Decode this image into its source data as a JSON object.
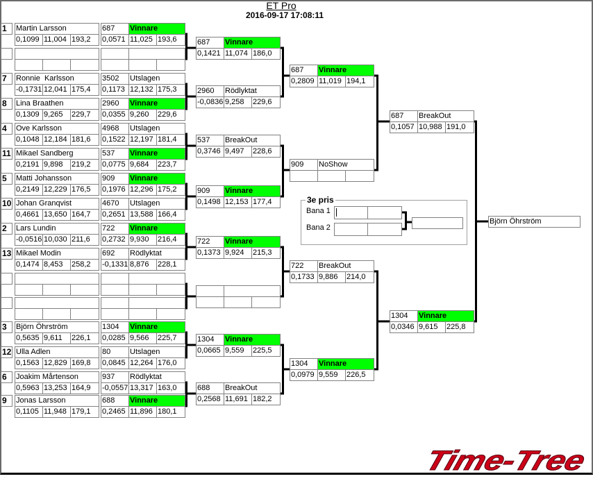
{
  "window": {
    "title": "ET Pro",
    "datetime": "2016-09-17 17:08:11"
  },
  "colors": {
    "winner_fill": "#00ff00",
    "logo": "#cc0018"
  },
  "round1": [
    {
      "seed": "1",
      "name": "Martin Larsson",
      "qualifying": [
        "0,1099",
        "11,004",
        "193,2"
      ],
      "car": "687",
      "status": "Vinnare",
      "race": [
        "0,0571",
        "11,025",
        "193,6"
      ]
    },
    {
      "seed": "",
      "name": "",
      "qualifying": [
        "",
        "",
        ""
      ],
      "car": "",
      "status": "",
      "race": [
        "",
        "",
        ""
      ]
    },
    {
      "seed": "7",
      "name": "Ronnie  Karlsson",
      "qualifying": [
        "-0,1731",
        "12,041",
        "175,4"
      ],
      "car": "3502",
      "status": "Utslagen",
      "race": [
        "0,1173",
        "12,132",
        "175,3"
      ]
    },
    {
      "seed": "8",
      "name": "Lina Braathen",
      "qualifying": [
        "0,1309",
        "9,265",
        "229,7"
      ],
      "car": "2960",
      "status": "Vinnare",
      "race": [
        "0,0355",
        "9,260",
        "229,6"
      ]
    },
    {
      "seed": "4",
      "name": "Ove Karlsson",
      "qualifying": [
        "0,1048",
        "12,184",
        "181,6"
      ],
      "car": "4968",
      "status": "Utslagen",
      "race": [
        "0,1522",
        "12,197",
        "181,4"
      ]
    },
    {
      "seed": "11",
      "name": "Mikael Sandberg",
      "qualifying": [
        "0,2191",
        "9,898",
        "219,2"
      ],
      "car": "537",
      "status": "Vinnare",
      "race": [
        "0,0775",
        "9,684",
        "223,7"
      ]
    },
    {
      "seed": "5",
      "name": "Matti Johansson",
      "qualifying": [
        "0,2149",
        "12,229",
        "176,5"
      ],
      "car": "909",
      "status": "Vinnare",
      "race": [
        "0,1976",
        "12,296",
        "175,2"
      ]
    },
    {
      "seed": "10",
      "name": "Johan Granqvist",
      "qualifying": [
        "0,4661",
        "13,650",
        "164,7"
      ],
      "car": "4670",
      "status": "Utslagen",
      "race": [
        "0,2651",
        "13,588",
        "166,4"
      ]
    },
    {
      "seed": "2",
      "name": "Lars Lundin",
      "qualifying": [
        "-0,0516",
        "10,030",
        "211,6"
      ],
      "car": "722",
      "status": "Vinnare",
      "race": [
        "0,2732",
        "9,930",
        "216,4"
      ]
    },
    {
      "seed": "13",
      "name": "Mikael Modin",
      "qualifying": [
        "0,1474",
        "8,453",
        "258,2"
      ],
      "car": "692",
      "status": "Rödlyktat",
      "race": [
        "-0,1331",
        "8,876",
        "228,1"
      ]
    },
    {
      "seed": "",
      "name": "",
      "qualifying": [
        "",
        "",
        ""
      ],
      "car": "",
      "status": "",
      "race": [
        "",
        "",
        ""
      ]
    },
    {
      "seed": "",
      "name": "",
      "qualifying": [
        "",
        "",
        ""
      ],
      "car": "",
      "status": "",
      "race": [
        "",
        "",
        ""
      ]
    },
    {
      "seed": "3",
      "name": "Björn Öhrström",
      "qualifying": [
        "0,5635",
        "9,611",
        "226,1"
      ],
      "car": "1304",
      "status": "Vinnare",
      "race": [
        "0,0285",
        "9,566",
        "225,7"
      ]
    },
    {
      "seed": "12",
      "name": "Ulla Adlen",
      "qualifying": [
        "0,1563",
        "12,829",
        "169,8"
      ],
      "car": "80",
      "status": "Utslagen",
      "race": [
        "0,0845",
        "12,264",
        "176,0"
      ]
    },
    {
      "seed": "6",
      "name": "Joakim Mårtenson",
      "qualifying": [
        "0,5963",
        "13,253",
        "164,9"
      ],
      "car": "937",
      "status": "Rödlyktat",
      "race": [
        "-0,0557",
        "13,317",
        "163,0"
      ]
    },
    {
      "seed": "9",
      "name": "Jonas Larsson",
      "qualifying": [
        "0,1105",
        "11,948",
        "179,1"
      ],
      "car": "688",
      "status": "Vinnare",
      "race": [
        "0,2465",
        "11,896",
        "180,1"
      ]
    }
  ],
  "round2": [
    {
      "car": "687",
      "status": "Vinnare",
      "race": [
        "0,1421",
        "11,074",
        "186,0"
      ]
    },
    {
      "car": "2960",
      "status": "Rödlyktat",
      "race": [
        "-0,0836",
        "9,258",
        "229,6"
      ]
    },
    {
      "car": "537",
      "status": "BreakOut",
      "race": [
        "0,3746",
        "9,497",
        "228,6"
      ]
    },
    {
      "car": "909",
      "status": "Vinnare",
      "race": [
        "0,1498",
        "12,153",
        "177,4"
      ]
    },
    {
      "car": "722",
      "status": "Vinnare",
      "race": [
        "0,1373",
        "9,924",
        "215,3"
      ]
    },
    {
      "car": "",
      "status": "",
      "race": [
        "",
        "",
        ""
      ]
    },
    {
      "car": "1304",
      "status": "Vinnare",
      "race": [
        "0,0665",
        "9,559",
        "225,5"
      ]
    },
    {
      "car": "688",
      "status": "BreakOut",
      "race": [
        "0,2568",
        "11,691",
        "182,2"
      ]
    }
  ],
  "round3": [
    {
      "car": "687",
      "status": "Vinnare",
      "race": [
        "0,2809",
        "11,019",
        "194,1"
      ]
    },
    {
      "car": "909",
      "status": "NoShow",
      "race": [
        "",
        "",
        ""
      ]
    },
    {
      "car": "722",
      "status": "BreakOut",
      "race": [
        "0,1733",
        "9,886",
        "214,0"
      ]
    },
    {
      "car": "1304",
      "status": "Vinnare",
      "race": [
        "0,0979",
        "9,559",
        "226,5"
      ]
    }
  ],
  "round4": [
    {
      "car": "687",
      "status": "BreakOut",
      "race": [
        "0,1057",
        "10,988",
        "191,0"
      ]
    },
    {
      "car": "1304",
      "status": "Vinnare",
      "race": [
        "0,0346",
        "9,615",
        "225,8"
      ]
    }
  ],
  "final": {
    "winner": "Björn Öhrström"
  },
  "third_place": {
    "title": "3e pris",
    "lanes": [
      {
        "label": "Bana 1",
        "values": [
          "",
          ""
        ]
      },
      {
        "label": "Bana 2",
        "values": [
          "",
          ""
        ]
      }
    ],
    "winner": ""
  },
  "logo": {
    "text": "Time-Tree"
  }
}
